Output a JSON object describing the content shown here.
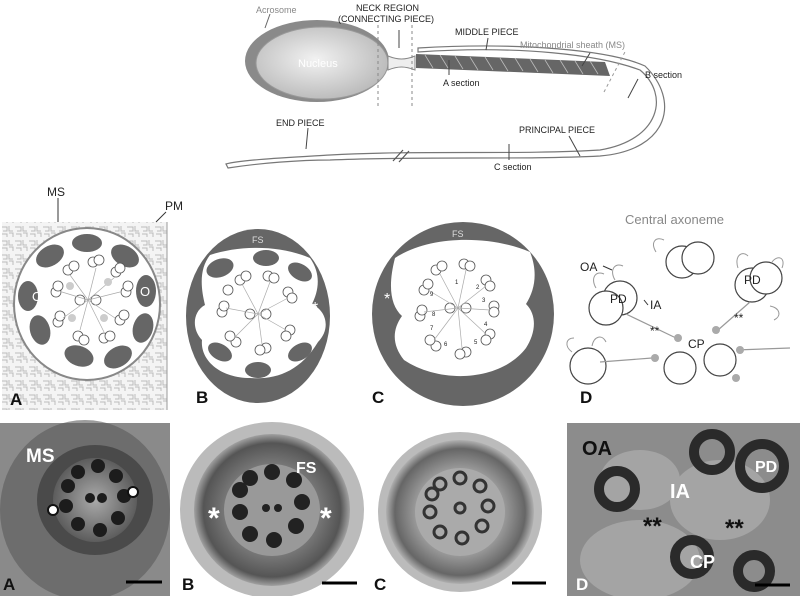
{
  "sperm": {
    "acrosome": "Acrosome",
    "nucleus": "Nucleus",
    "neck_line1": "NECK REGION",
    "neck_line2": "(CONNECTING PIECE)",
    "middle_piece": "MIDDLE PIECE",
    "mito_sheath": "Mitochondrial sheath (MS)",
    "a_section": "A section",
    "b_section": "B section",
    "end_piece": "END PIECE",
    "principal_piece": "PRINCIPAL PIECE",
    "c_section": "C section"
  },
  "schematics": {
    "ms": "MS",
    "pm": "PM",
    "fs": "FS",
    "o_marker": "O",
    "star": "*",
    "panel_a": "A",
    "panel_b": "B",
    "panel_c": "C",
    "panel_d": "D",
    "central_axoneme": "Central axoneme",
    "oa": "OA",
    "ia": "IA",
    "pd": "PD",
    "cp": "CP",
    "double_star": "**",
    "doublet_numbers": [
      "1",
      "2",
      "3",
      "4",
      "5",
      "6",
      "7",
      "8",
      "9"
    ]
  },
  "micrographs": {
    "ms": "MS",
    "fs": "FS",
    "star": "*",
    "o_marker": "o",
    "oa": "OA",
    "ia": "IA",
    "pd": "PD",
    "cp": "CP",
    "double_star": "**",
    "panel_a": "A",
    "panel_b": "B",
    "panel_c": "C",
    "panel_d": "D"
  },
  "colors": {
    "dark_gray": "#6b6b6b",
    "mid_gray": "#999999",
    "light_gray": "#d8d8d8",
    "label_gray": "#888888"
  }
}
